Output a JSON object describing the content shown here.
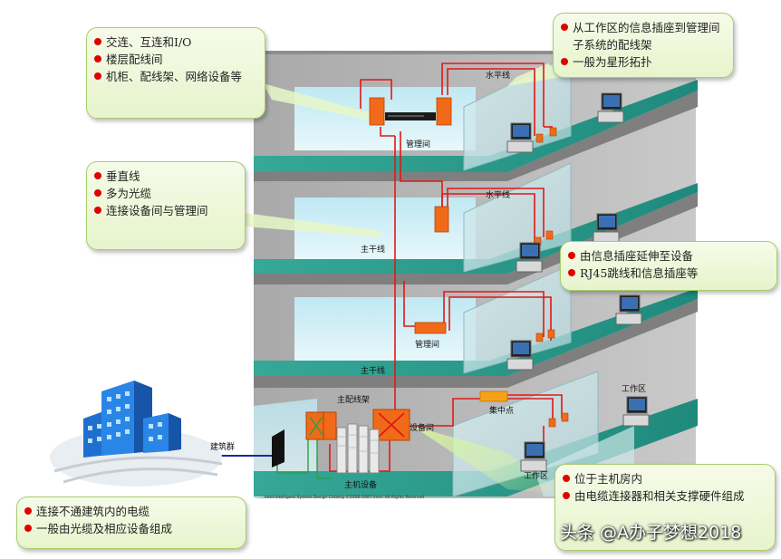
{
  "labels": {
    "horizontal_cable_top": "水平线",
    "horizontal_cable_mid": "水平线",
    "telecom_room_top": "管理间",
    "telecom_room_low": "管理间",
    "backbone_upper": "主干线",
    "backbone_lower": "主干线",
    "main_distribution_frame": "主配线架",
    "host_equipment": "主机设备",
    "equipment_room": "设备间",
    "consolidation_point": "集中点",
    "work_area_right": "工作区",
    "work_area_bottom": "工作区",
    "building_group": "建筑群",
    "work_area_faded": "工作区"
  },
  "callouts": {
    "admin": [
      "交连、互连和I/O",
      "楼层配线间",
      "机柜、配线架、网络设备等"
    ],
    "horizontal": [
      "从工作区的信息插座到管理间子系统的配线架",
      "一般为星形拓扑"
    ],
    "backbone": [
      "垂直线",
      "多为光缆",
      "连接设备间与管理间"
    ],
    "work_area": [
      "由信息插座延伸至设备",
      "RJ45跳线和信息插座等"
    ],
    "equipment_room": [
      "位于主机房内",
      "由电缆连接器和相关支撑硬件组成"
    ],
    "campus": [
      "连接不通建筑内的电缆",
      "一般由光缆及相应设备组成"
    ]
  },
  "footer_caption": "Intel Intelligent System Design   Catalog ©2006-2007 Intel. All Rights Reserved",
  "watermark": "头条 @A办子梦想2018",
  "colors": {
    "building_wall": "#b9b9b9",
    "floor_slab": "#2a9a8a",
    "cable": "#e01818",
    "panel": "#f06a1a",
    "callout_bg": "#eef7dc",
    "callout_border": "#a8cc6e",
    "bullet": "#e00000"
  }
}
